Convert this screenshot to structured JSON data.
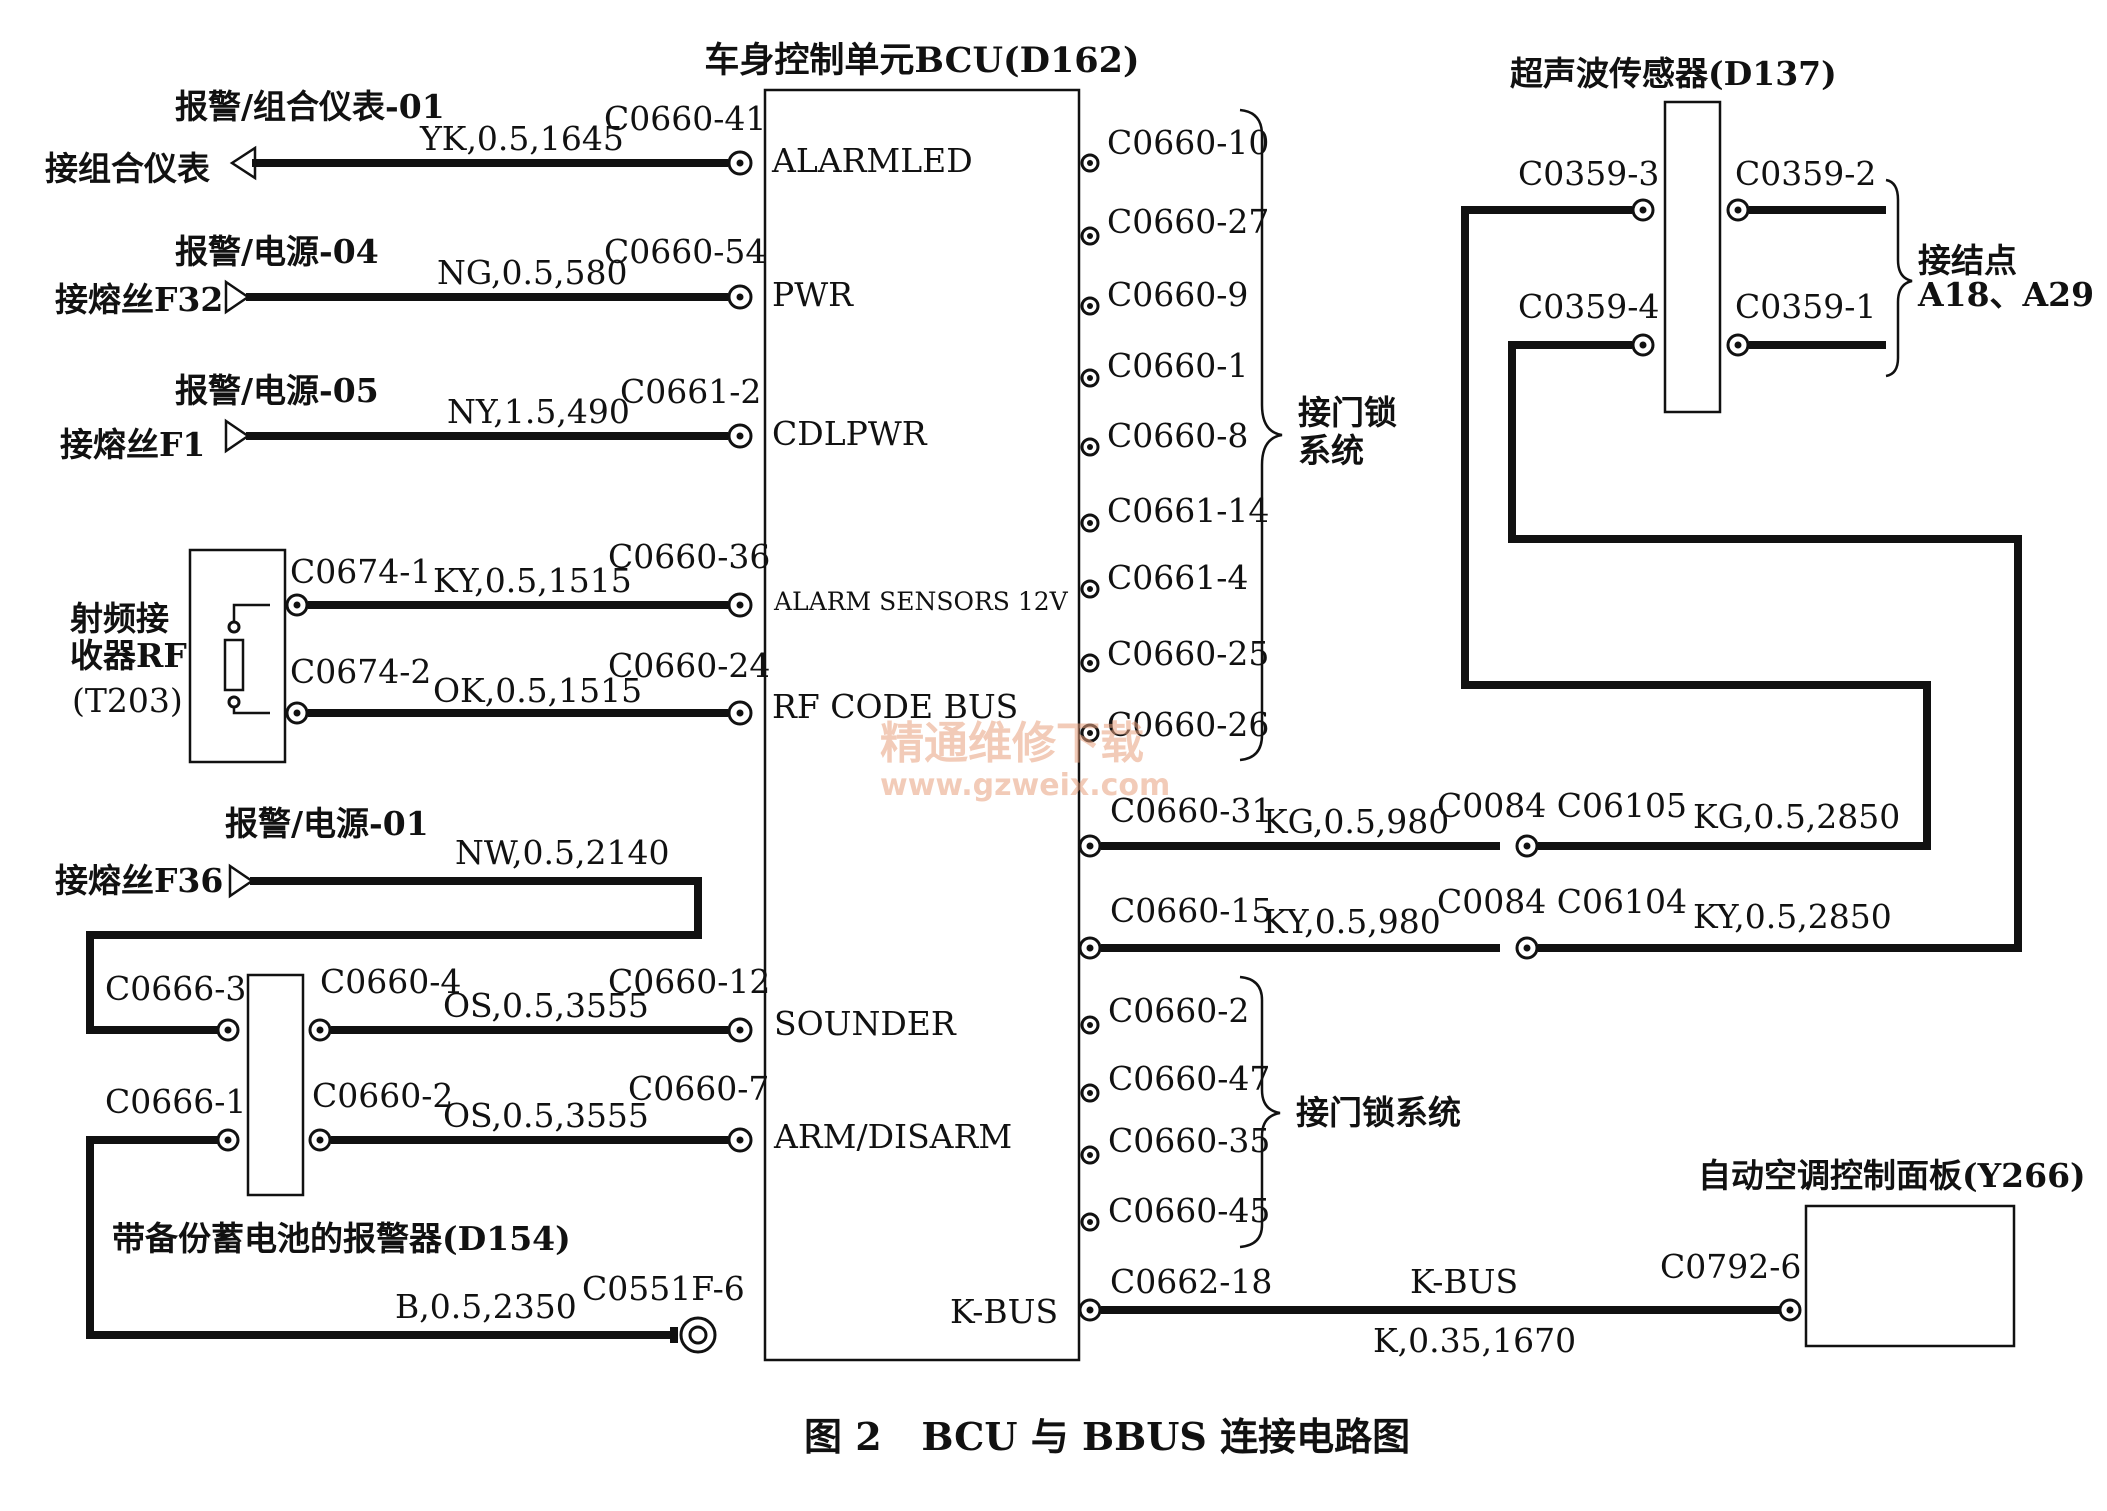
{
  "bcu": {
    "title": "车身控制单元BCU(D162)",
    "pins_left": [
      "ALARMLED",
      "PWR",
      "CDLPWR",
      "ALARM SENSORS 12V",
      "RF CODE BUS",
      "SOUNDER",
      "ARM/DISARM"
    ],
    "pin_kbus": "K-BUS"
  },
  "left": {
    "alarmled": {
      "ref": "报警/组合仪表-01",
      "wire": "YK,0.5,1645",
      "conn": "C0660-41",
      "dest": "接组合仪表"
    },
    "pwr": {
      "ref": "报警/电源-04",
      "wire": "NG,0.5,580",
      "conn": "C0660-54",
      "dest": "接熔丝F32"
    },
    "cdlpwr": {
      "ref": "报警/电源-05",
      "wire": "NY,1.5,490",
      "conn": "C0661-2",
      "dest": "接熔丝F1"
    },
    "alarm_sensors": {
      "conn_rf": "C0674-1",
      "wire": "KY,0.5,1515",
      "conn": "C0660-36"
    },
    "rf_code": {
      "conn_rf": "C0674-2",
      "wire": "OK,0.5,1515",
      "conn": "C0660-24"
    },
    "rf_receiver": {
      "line1": "射频接",
      "line2": "收器RF",
      "line3": "(T203)"
    },
    "f36": {
      "ref": "报警/电源-01",
      "wire": "NW,0.5,2140",
      "dest": "接熔丝F36"
    },
    "sounder": {
      "c_left": "C0666-3",
      "c_right": "C0660-4",
      "wire": "OS,0.5,3555",
      "conn": "C0660-12"
    },
    "arm": {
      "c_left": "C0666-1",
      "c_right": "C0660-2",
      "wire": "OS,0.5,3555",
      "conn": "C0660-7"
    },
    "alarm_unit": "带备份蓄电池的报警器(D154)",
    "ground": {
      "wire": "B,0.5,2350",
      "conn": "C0551F-6"
    }
  },
  "right_group1": {
    "conns": [
      "C0660-10",
      "C0660-27",
      "C0660-9",
      "C0660-1",
      "C0660-8",
      "C0661-14",
      "C0661-4",
      "C0660-25",
      "C0660-26"
    ],
    "label_line1": "接门锁",
    "label_line2": "系统"
  },
  "kg": {
    "conn": "C0660-31",
    "wire1": "KG,0.5,980",
    "mid": "C0084 C06105",
    "wire2": "KG,0.5,2850"
  },
  "ky": {
    "conn": "C0660-15",
    "wire1": "KY,0.5,980",
    "mid": "C0084 C06104",
    "wire2": "KY,0.5,2850"
  },
  "right_group2": {
    "conns": [
      "C0660-2",
      "C0660-47",
      "C0660-35",
      "C0660-45"
    ],
    "label": "接门锁系统"
  },
  "sensor": {
    "title": "超声波传感器(D137)",
    "c3": "C0359-3",
    "c2": "C0359-2",
    "c4": "C0359-4",
    "c1": "C0359-1",
    "junction_line1": "接结点",
    "junction_line2": "A18、A29"
  },
  "kbus": {
    "conn": "C0662-18",
    "label": "K-BUS",
    "wire": "K,0.35,1670",
    "conn_panel": "C0792-6"
  },
  "panel": {
    "title": "自动空调控制面板(Y266)"
  },
  "watermark": {
    "line1": "精通维修下载",
    "line2": "www.gzweix.com"
  },
  "caption": "图 2   BCU 与 BBUS 连接电路图"
}
